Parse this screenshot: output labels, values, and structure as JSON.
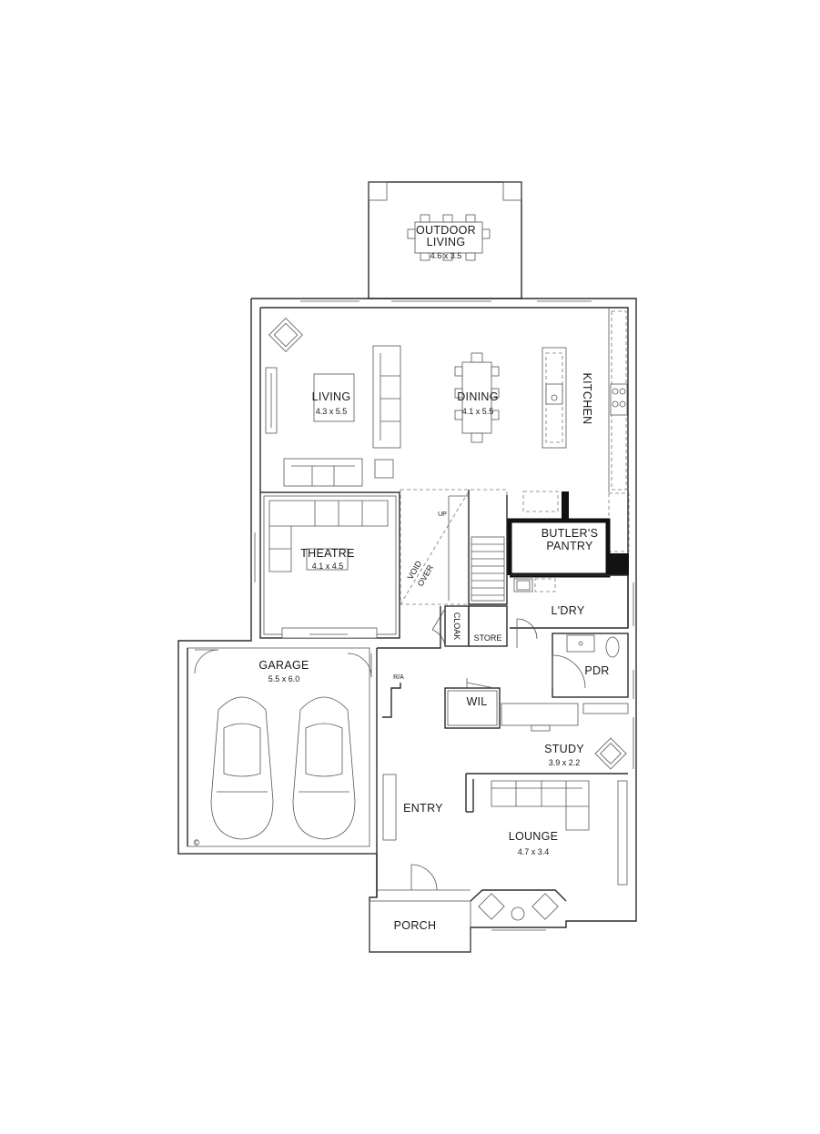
{
  "rooms": {
    "outdoor_living": {
      "line1": "OUTDOOR",
      "line2": "LIVING",
      "dim": "4.6 x 3.5"
    },
    "living": {
      "name": "LIVING",
      "dim": "4.3 x 5.5"
    },
    "dining": {
      "name": "DINING",
      "dim": "4.1 x 5.5"
    },
    "kitchen": {
      "name": "KITCHEN"
    },
    "theatre": {
      "name": "THEATRE",
      "dim": "4.1 x 4.5"
    },
    "void_over": {
      "line1": "VOID",
      "line2": "OVER"
    },
    "up": {
      "name": "UP"
    },
    "butlers_pantry": {
      "line1": "BUTLER'S",
      "line2": "PANTRY"
    },
    "laundry": {
      "name": "L'DRY"
    },
    "cloak": {
      "name": "CLOAK"
    },
    "store": {
      "name": "STORE"
    },
    "garage": {
      "name": "GARAGE",
      "dim": "5.5 x 6.0"
    },
    "ra": {
      "name": "R/A"
    },
    "pdr": {
      "name": "PDR"
    },
    "wil": {
      "name": "WIL"
    },
    "study": {
      "name": "STUDY",
      "dim": "3.9 x 2.2"
    },
    "entry": {
      "name": "ENTRY"
    },
    "lounge": {
      "name": "LOUNGE",
      "dim": "4.7 x 3.4"
    },
    "porch": {
      "name": "PORCH"
    },
    "copyright": {
      "symbol": "©"
    }
  }
}
